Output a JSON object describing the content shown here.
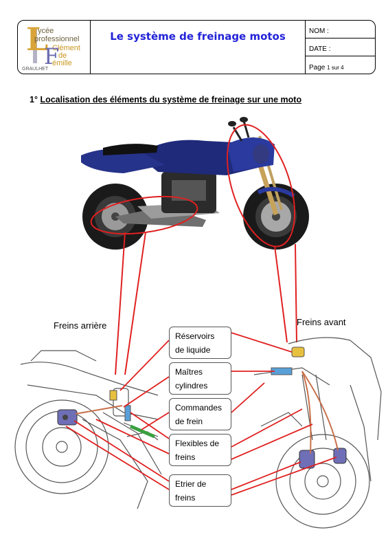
{
  "header": {
    "logo": {
      "line1": "ycée",
      "line2": "professionnel",
      "line3": "Clément",
      "line4": "de",
      "line5": "émille",
      "city": "GRAULHET"
    },
    "title": "Le système de freinage motos",
    "nom_label": "NOM :",
    "date_label": "DATE :",
    "page_label": "Page",
    "page_value": "1 sur 4"
  },
  "section": {
    "number": "1°",
    "title": "Localisation des éléments du système de freinage sur une moto"
  },
  "labels": {
    "rear": "Freins arrière",
    "front": "Freins avant"
  },
  "boxes": [
    {
      "line1": "Réservoirs",
      "line2": "de liquide"
    },
    {
      "line1": "Maîtres",
      "line2": "cylindres"
    },
    {
      "line1": "Commandes",
      "line2": "de frein"
    },
    {
      "line1": "Flexibles de",
      "line2": "freins"
    },
    {
      "line1": "Etrier de",
      "line2": "freins"
    }
  ],
  "colors": {
    "title": "#2222d8",
    "annotation": "#e02020",
    "bike_body": "#1f2a7a"
  }
}
